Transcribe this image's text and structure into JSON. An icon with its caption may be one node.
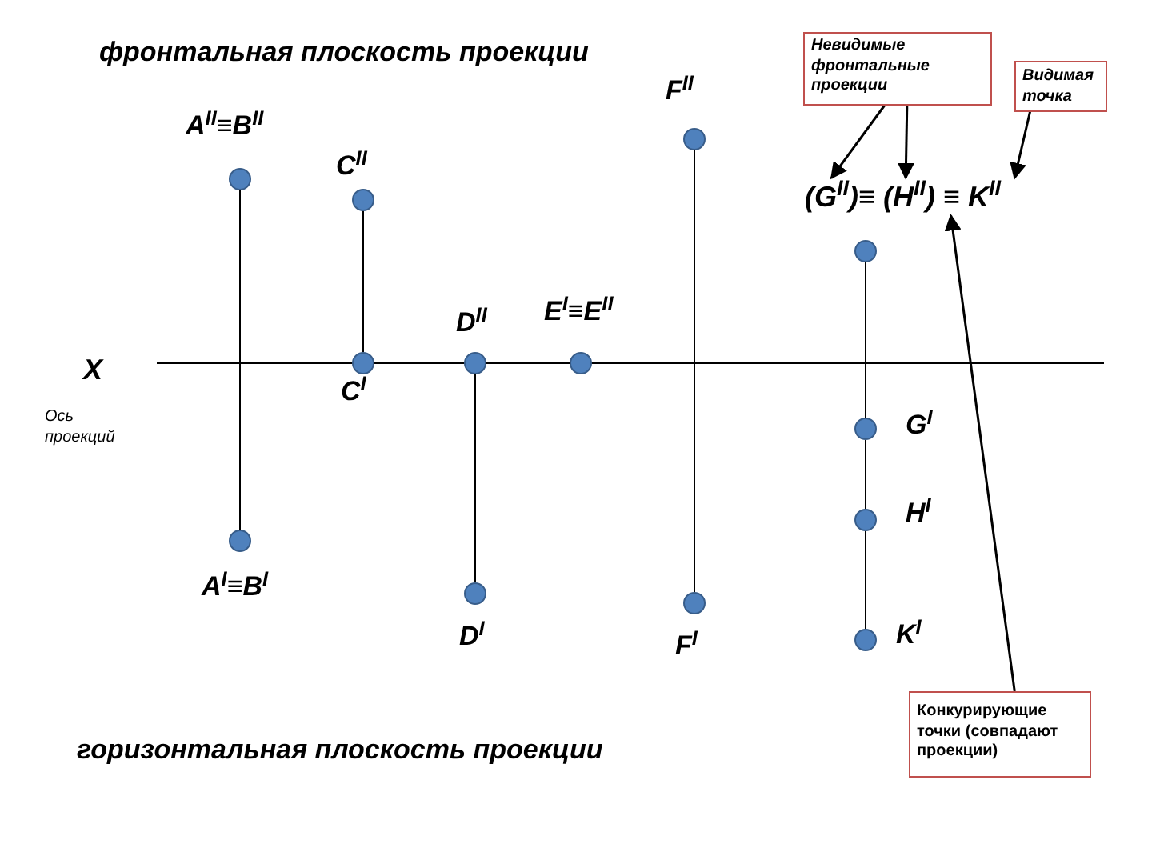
{
  "diagram": {
    "nodes": [
      {
        "text": [],
        "shape": "circle",
        "beside": [
          "A$^{II}$≡B$^{II}$"
        ]
      },
      {
        "text": [],
        "shape": "circle",
        "beside": [
          "C$^{II}$"
        ]
      },
      {
        "text": [],
        "shape": "circle",
        "beside": [
          "F$^{II}$"
        ]
      },
      {
        "text": [],
        "shape": "circle"
      },
      {
        "text": [],
        "shape": "circle",
        "beside": [
          "C$^{I}$"
        ]
      },
      {
        "text": [],
        "shape": "circle",
        "beside": [
          "D$^{II}$"
        ]
      },
      {
        "text": [],
        "shape": "circle",
        "beside": [
          "E$^{I}$≡E$^{II}$"
        ]
      },
      {
        "text": [],
        "shape": "circle",
        "beside": [
          "G$^{I}$"
        ]
      },
      {
        "text": [],
        "shape": "circle",
        "beside": [
          "H$^{I}$"
        ]
      },
      {
        "text": [],
        "shape": "circle",
        "beside": [
          "A$^{I}$≡B$^{I}$"
        ]
      },
      {
        "text": [],
        "shape": "circle",
        "beside": [
          "D$^{I}$"
        ]
      },
      {
        "text": [],
        "shape": "circle",
        "beside": [
          "F$^{I}$"
        ]
      },
      {
        "text": [],
        "shape": "circle",
        "beside": [
          "K$^{I}$"
        ]
      },
      {
        "text": [
          "(G$^{II}$)≡ (H$^{II}$) ≡ K$^{II}$"
        ]
      },
      {
        "text": [
          "Невидимые фронтальные проекции"
        ]
      },
      {
        "text": [
          "Видимая точка"
        ]
      },
      {
        "text": [
          "Конкурирующие точки (совпадают проекции)"
        ]
      }
    ],
    "edges": [
      {
        "from": 0,
        "to": 9,
        "arrow": "none"
      },
      {
        "from": 1,
        "to": 4,
        "arrow": "none"
      },
      {
        "from": 2,
        "to": 11,
        "arrow": "none"
      },
      {
        "from": 5,
        "to": 10,
        "arrow": "none"
      },
      {
        "from": 3,
        "to": 7,
        "arrow": "none"
      },
      {
        "from": 7,
        "to": 8,
        "arrow": "none"
      },
      {
        "from": 8,
        "to": 12,
        "arrow": "none"
      },
      {
        "from": 14,
        "to": 13,
        "arrow": "to"
      },
      {
        "from": 14,
        "to": 13,
        "arrow": "to"
      },
      {
        "from": 15,
        "to": 13,
        "arrow": "to"
      },
      {
        "from": 16,
        "to": 13,
        "arrow": "to"
      }
    ],
    "labels": [
      "фронтальная плоскость проекции",
      "X",
      "Ось проекций",
      "горизонтальная плоскость проекции"
    ]
  }
}
